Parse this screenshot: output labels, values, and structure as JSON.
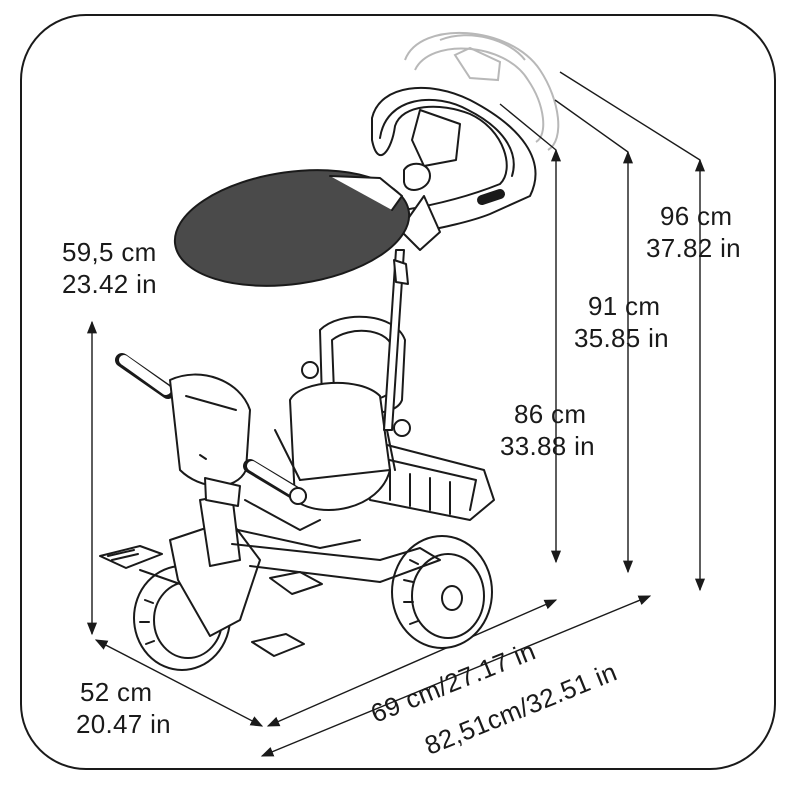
{
  "dimensions": {
    "height_canopy": {
      "cm": "59,5 cm",
      "in": "23.42 in"
    },
    "height_max": {
      "cm": "96 cm",
      "in": "37.82 in"
    },
    "height_mid": {
      "cm": "91 cm",
      "in": "35.85 in"
    },
    "height_low": {
      "cm": "86 cm",
      "in": "33.88 in"
    },
    "width": {
      "cm": "52 cm",
      "in": "20.47 in"
    },
    "length_short": "69 cm/27.17 in",
    "length_long": "82,51cm/32.51 in"
  },
  "colors": {
    "line": "#1a1a1a",
    "ghost": "#b8b8b8",
    "canopy": "#4a4a4a"
  }
}
